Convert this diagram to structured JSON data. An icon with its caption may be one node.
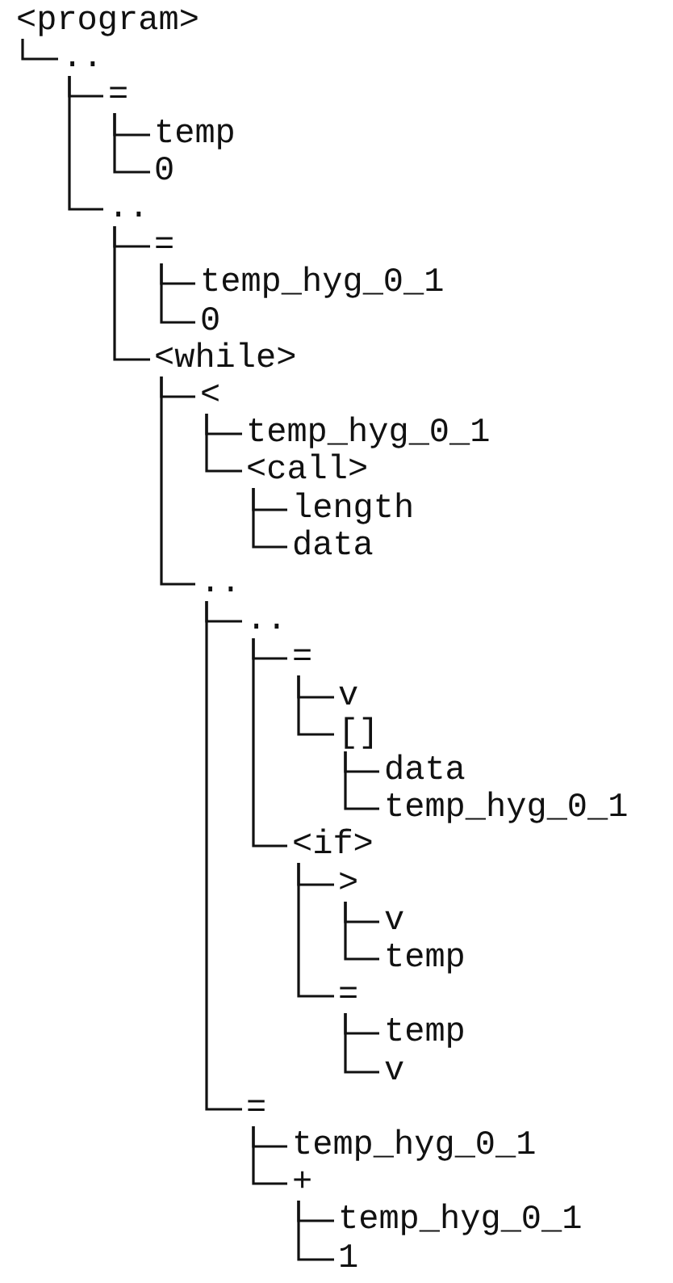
{
  "diagram": {
    "nodes": [
      {
        "text": [
          "<program>"
        ]
      },
      {
        "text": [
          ".."
        ]
      },
      {
        "text": [
          "="
        ]
      },
      {
        "text": [
          "temp"
        ]
      },
      {
        "text": [
          "0"
        ]
      },
      {
        "text": [
          ".."
        ]
      },
      {
        "text": [
          "="
        ]
      },
      {
        "text": [
          "temp_hyg_0_1"
        ]
      },
      {
        "text": [
          "0"
        ]
      },
      {
        "text": [
          "<while>"
        ]
      },
      {
        "text": [
          "<"
        ]
      },
      {
        "text": [
          "temp_hyg_0_1"
        ]
      },
      {
        "text": [
          "<call>"
        ]
      },
      {
        "text": [
          "length"
        ]
      },
      {
        "text": [
          "data"
        ]
      },
      {
        "text": [
          ".."
        ]
      },
      {
        "text": [
          ".."
        ]
      },
      {
        "text": [
          "="
        ]
      },
      {
        "text": [
          "v"
        ]
      },
      {
        "text": [
          "[]"
        ]
      },
      {
        "text": [
          "data"
        ]
      },
      {
        "text": [
          "temp_hyg_0_1"
        ]
      },
      {
        "text": [
          "<if>"
        ]
      },
      {
        "text": [
          ">"
        ]
      },
      {
        "text": [
          "v"
        ]
      },
      {
        "text": [
          "temp"
        ]
      },
      {
        "text": [
          "="
        ]
      },
      {
        "text": [
          "temp"
        ]
      },
      {
        "text": [
          "v"
        ]
      },
      {
        "text": [
          "="
        ]
      },
      {
        "text": [
          "temp_hyg_0_1"
        ]
      },
      {
        "text": [
          "+"
        ]
      },
      {
        "text": [
          "temp_hyg_0_1"
        ]
      },
      {
        "text": [
          "1"
        ]
      }
    ],
    "edges": [
      {
        "from": 0,
        "to": 1,
        "arrow": "none"
      },
      {
        "from": 1,
        "to": 2,
        "arrow": "none"
      },
      {
        "from": 2,
        "to": 3,
        "arrow": "none"
      },
      {
        "from": 2,
        "to": 4,
        "arrow": "none"
      },
      {
        "from": 1,
        "to": 5,
        "arrow": "none"
      },
      {
        "from": 5,
        "to": 6,
        "arrow": "none"
      },
      {
        "from": 6,
        "to": 7,
        "arrow": "none"
      },
      {
        "from": 6,
        "to": 8,
        "arrow": "none"
      },
      {
        "from": 5,
        "to": 9,
        "arrow": "none"
      },
      {
        "from": 9,
        "to": 10,
        "arrow": "none"
      },
      {
        "from": 10,
        "to": 11,
        "arrow": "none"
      },
      {
        "from": 10,
        "to": 12,
        "arrow": "none"
      },
      {
        "from": 12,
        "to": 13,
        "arrow": "none"
      },
      {
        "from": 12,
        "to": 14,
        "arrow": "none"
      },
      {
        "from": 9,
        "to": 15,
        "arrow": "none"
      },
      {
        "from": 15,
        "to": 16,
        "arrow": "none"
      },
      {
        "from": 16,
        "to": 17,
        "arrow": "none"
      },
      {
        "from": 17,
        "to": 18,
        "arrow": "none"
      },
      {
        "from": 17,
        "to": 19,
        "arrow": "none"
      },
      {
        "from": 19,
        "to": 20,
        "arrow": "none"
      },
      {
        "from": 19,
        "to": 21,
        "arrow": "none"
      },
      {
        "from": 16,
        "to": 22,
        "arrow": "none"
      },
      {
        "from": 22,
        "to": 23,
        "arrow": "none"
      },
      {
        "from": 23,
        "to": 24,
        "arrow": "none"
      },
      {
        "from": 23,
        "to": 25,
        "arrow": "none"
      },
      {
        "from": 22,
        "to": 26,
        "arrow": "none"
      },
      {
        "from": 26,
        "to": 27,
        "arrow": "none"
      },
      {
        "from": 26,
        "to": 28,
        "arrow": "none"
      },
      {
        "from": 15,
        "to": 29,
        "arrow": "none"
      },
      {
        "from": 29,
        "to": 30,
        "arrow": "none"
      },
      {
        "from": 29,
        "to": 31,
        "arrow": "none"
      },
      {
        "from": 31,
        "to": 32,
        "arrow": "none"
      },
      {
        "from": 31,
        "to": 33,
        "arrow": "none"
      }
    ]
  }
}
